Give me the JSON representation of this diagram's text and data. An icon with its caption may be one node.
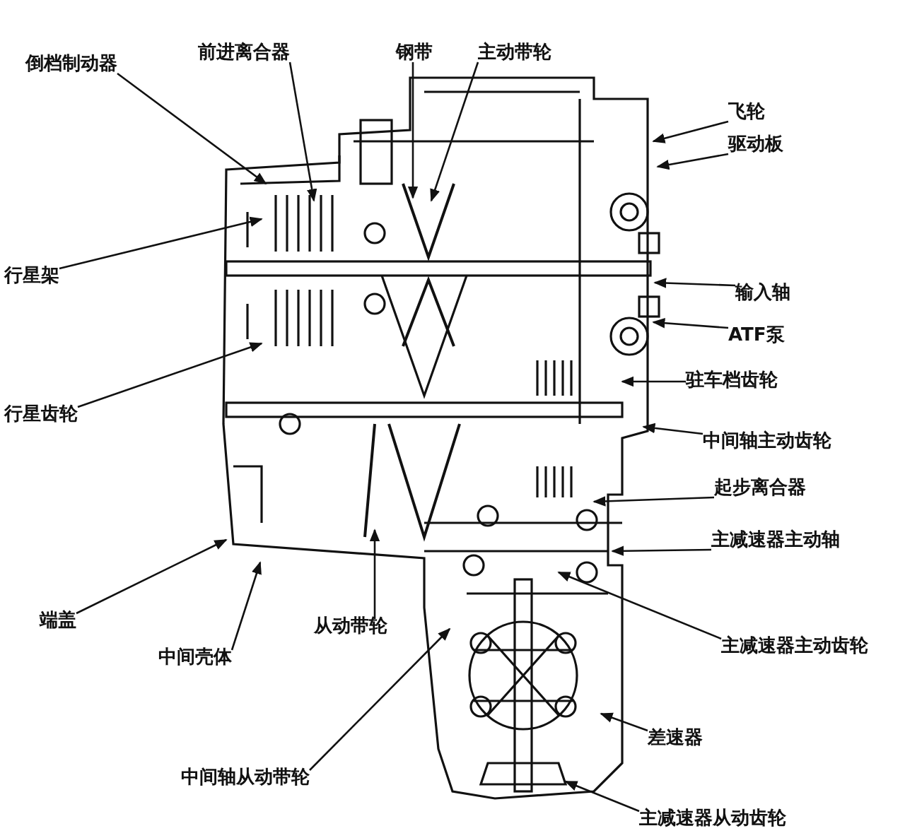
{
  "diagram": {
    "nodes": [
      {
        "text": [
          "倒档制动器"
        ]
      },
      {
        "text": [
          "前进离合器"
        ]
      },
      {
        "text": [
          "钢带"
        ]
      },
      {
        "text": [
          "主动带轮"
        ]
      },
      {
        "text": [
          "飞轮"
        ]
      },
      {
        "text": [
          "驱动板"
        ]
      },
      {
        "text": [
          "行星架"
        ]
      },
      {
        "text": [
          "输入轴"
        ]
      },
      {
        "text": [
          "ATF泵"
        ]
      },
      {
        "text": [
          "驻车档齿轮"
        ]
      },
      {
        "text": [
          "行星齿轮"
        ]
      },
      {
        "text": [
          "中间轴主动齿轮"
        ]
      },
      {
        "text": [
          "起步离合器"
        ]
      },
      {
        "text": [
          "主减速器主动轴"
        ]
      },
      {
        "text": [
          "端盖"
        ]
      },
      {
        "text": [
          "中间壳体"
        ]
      },
      {
        "text": [
          "从动带轮"
        ]
      },
      {
        "text": [
          "主减速器主动齿轮"
        ]
      },
      {
        "text": [
          "差速器"
        ]
      },
      {
        "text": [
          "中间轴从动带轮"
        ]
      },
      {
        "text": [
          "主减速器从动齿轮"
        ]
      }
    ],
    "edges": [
      {
        "from": 0,
        "to": null,
        "arrow": "to"
      },
      {
        "from": 1,
        "to": null,
        "arrow": "to"
      },
      {
        "from": 2,
        "to": null,
        "arrow": "to"
      },
      {
        "from": 3,
        "to": null,
        "arrow": "to"
      },
      {
        "from": 4,
        "to": null,
        "arrow": "to"
      },
      {
        "from": 5,
        "to": null,
        "arrow": "to"
      },
      {
        "from": 6,
        "to": null,
        "arrow": "to"
      },
      {
        "from": 7,
        "to": null,
        "arrow": "to"
      },
      {
        "from": 8,
        "to": null,
        "arrow": "to"
      },
      {
        "from": 9,
        "to": null,
        "arrow": "to"
      },
      {
        "from": 10,
        "to": null,
        "arrow": "to"
      },
      {
        "from": 11,
        "to": null,
        "arrow": "to"
      },
      {
        "from": 12,
        "to": null,
        "arrow": "to"
      },
      {
        "from": 13,
        "to": null,
        "arrow": "to"
      },
      {
        "from": 14,
        "to": null,
        "arrow": "to"
      },
      {
        "from": 15,
        "to": null,
        "arrow": "to"
      },
      {
        "from": 16,
        "to": null,
        "arrow": "to"
      },
      {
        "from": 17,
        "to": null,
        "arrow": "to"
      },
      {
        "from": 18,
        "to": null,
        "arrow": "to"
      },
      {
        "from": 19,
        "to": null,
        "arrow": "to"
      },
      {
        "from": 20,
        "to": null,
        "arrow": "to"
      }
    ]
  }
}
